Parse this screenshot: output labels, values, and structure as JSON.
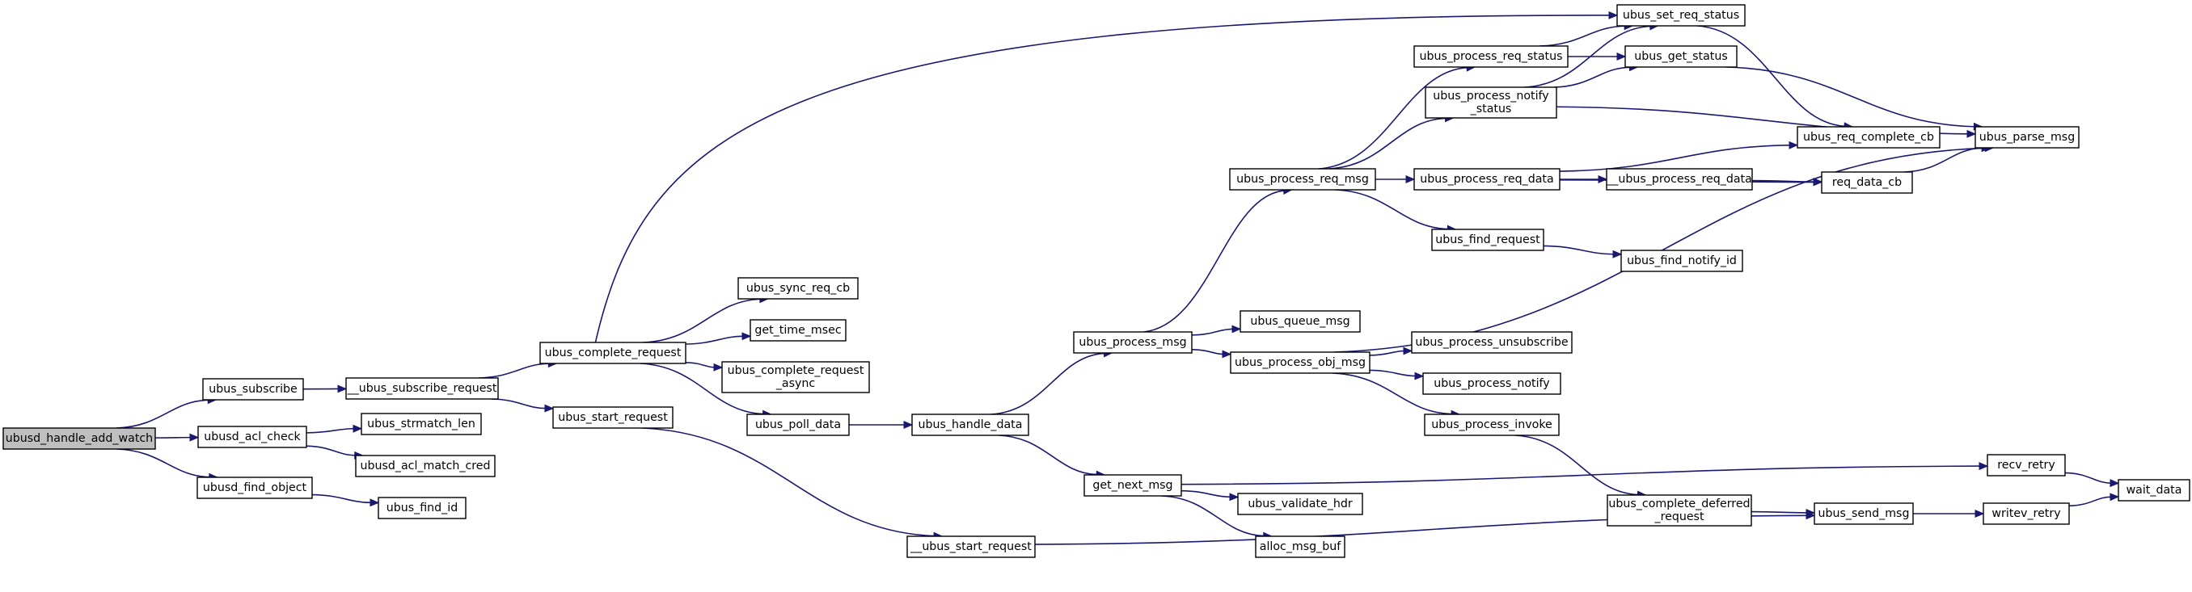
{
  "graph": {
    "root": "ubusd_handle_add_watch",
    "nodes": [
      {
        "id": "ubusd_handle_add_watch",
        "lines": [
          "ubusd_handle_add_watch"
        ]
      },
      {
        "id": "ubus_subscribe",
        "lines": [
          "ubus_subscribe"
        ]
      },
      {
        "id": "ubusd_acl_check",
        "lines": [
          "ubusd_acl_check"
        ]
      },
      {
        "id": "ubusd_find_object",
        "lines": [
          "ubusd_find_object"
        ]
      },
      {
        "id": "__ubus_subscribe_request",
        "lines": [
          "__ubus_subscribe_request"
        ]
      },
      {
        "id": "ubus_strmatch_len",
        "lines": [
          "ubus_strmatch_len"
        ]
      },
      {
        "id": "ubusd_acl_match_cred",
        "lines": [
          "ubusd_acl_match_cred"
        ]
      },
      {
        "id": "ubus_find_id",
        "lines": [
          "ubus_find_id"
        ]
      },
      {
        "id": "ubus_complete_request",
        "lines": [
          "ubus_complete_request"
        ]
      },
      {
        "id": "ubus_start_request",
        "lines": [
          "ubus_start_request"
        ]
      },
      {
        "id": "ubus_sync_req_cb",
        "lines": [
          "ubus_sync_req_cb"
        ]
      },
      {
        "id": "get_time_msec",
        "lines": [
          "get_time_msec"
        ]
      },
      {
        "id": "ubus_complete_request_async",
        "lines": [
          "ubus_complete_request",
          "_async"
        ]
      },
      {
        "id": "ubus_poll_data",
        "lines": [
          "ubus_poll_data"
        ]
      },
      {
        "id": "__ubus_start_request",
        "lines": [
          "__ubus_start_request"
        ]
      },
      {
        "id": "ubus_handle_data",
        "lines": [
          "ubus_handle_data"
        ]
      },
      {
        "id": "ubus_process_msg",
        "lines": [
          "ubus_process_msg"
        ]
      },
      {
        "id": "get_next_msg",
        "lines": [
          "get_next_msg"
        ]
      },
      {
        "id": "ubus_process_req_msg",
        "lines": [
          "ubus_process_req_msg"
        ]
      },
      {
        "id": "ubus_queue_msg",
        "lines": [
          "ubus_queue_msg"
        ]
      },
      {
        "id": "ubus_process_obj_msg",
        "lines": [
          "ubus_process_obj_msg"
        ]
      },
      {
        "id": "ubus_validate_hdr",
        "lines": [
          "ubus_validate_hdr"
        ]
      },
      {
        "id": "alloc_msg_buf",
        "lines": [
          "alloc_msg_buf"
        ]
      },
      {
        "id": "ubus_process_req_status",
        "lines": [
          "ubus_process_req_status"
        ]
      },
      {
        "id": "ubus_process_notify_status",
        "lines": [
          "ubus_process_notify",
          "_status"
        ]
      },
      {
        "id": "ubus_process_req_data",
        "lines": [
          "ubus_process_req_data"
        ]
      },
      {
        "id": "ubus_find_request",
        "lines": [
          "ubus_find_request"
        ]
      },
      {
        "id": "ubus_process_unsubscribe",
        "lines": [
          "ubus_process_unsubscribe"
        ]
      },
      {
        "id": "ubus_process_notify",
        "lines": [
          "ubus_process_notify"
        ]
      },
      {
        "id": "ubus_process_invoke",
        "lines": [
          "ubus_process_invoke"
        ]
      },
      {
        "id": "ubus_set_req_status",
        "lines": [
          "ubus_set_req_status"
        ]
      },
      {
        "id": "ubus_get_status",
        "lines": [
          "ubus_get_status"
        ]
      },
      {
        "id": "__ubus_process_req_data",
        "lines": [
          "__ubus_process_req_data"
        ]
      },
      {
        "id": "ubus_find_notify_id",
        "lines": [
          "ubus_find_notify_id"
        ]
      },
      {
        "id": "ubus_complete_deferred_request",
        "lines": [
          "ubus_complete_deferred",
          "_request"
        ]
      },
      {
        "id": "ubus_req_complete_cb",
        "lines": [
          "ubus_req_complete_cb"
        ]
      },
      {
        "id": "req_data_cb",
        "lines": [
          "req_data_cb"
        ]
      },
      {
        "id": "recv_retry",
        "lines": [
          "recv_retry"
        ]
      },
      {
        "id": "ubus_send_msg",
        "lines": [
          "ubus_send_msg"
        ]
      },
      {
        "id": "ubus_parse_msg",
        "lines": [
          "ubus_parse_msg"
        ]
      },
      {
        "id": "writev_retry",
        "lines": [
          "writev_retry"
        ]
      },
      {
        "id": "wait_data",
        "lines": [
          "wait_data"
        ]
      }
    ],
    "edges": [
      [
        "ubusd_handle_add_watch",
        "ubus_subscribe"
      ],
      [
        "ubusd_handle_add_watch",
        "ubusd_acl_check"
      ],
      [
        "ubusd_handle_add_watch",
        "ubusd_find_object"
      ],
      [
        "ubus_subscribe",
        "__ubus_subscribe_request"
      ],
      [
        "ubusd_acl_check",
        "ubus_strmatch_len"
      ],
      [
        "ubusd_acl_check",
        "ubusd_acl_match_cred"
      ],
      [
        "ubusd_find_object",
        "ubus_find_id"
      ],
      [
        "__ubus_subscribe_request",
        "ubus_complete_request"
      ],
      [
        "__ubus_subscribe_request",
        "ubus_start_request"
      ],
      [
        "ubus_complete_request",
        "ubus_set_req_status"
      ],
      [
        "ubus_complete_request",
        "ubus_sync_req_cb"
      ],
      [
        "ubus_complete_request",
        "get_time_msec"
      ],
      [
        "ubus_complete_request",
        "ubus_complete_request_async"
      ],
      [
        "ubus_complete_request",
        "ubus_poll_data"
      ],
      [
        "ubus_start_request",
        "__ubus_start_request"
      ],
      [
        "ubus_poll_data",
        "ubus_handle_data"
      ],
      [
        "__ubus_start_request",
        "ubus_send_msg"
      ],
      [
        "ubus_handle_data",
        "ubus_process_msg"
      ],
      [
        "ubus_handle_data",
        "get_next_msg"
      ],
      [
        "ubus_process_msg",
        "ubus_process_req_msg"
      ],
      [
        "ubus_process_msg",
        "ubus_queue_msg"
      ],
      [
        "ubus_process_msg",
        "ubus_process_obj_msg"
      ],
      [
        "get_next_msg",
        "recv_retry"
      ],
      [
        "get_next_msg",
        "ubus_validate_hdr"
      ],
      [
        "get_next_msg",
        "alloc_msg_buf"
      ],
      [
        "ubus_process_req_msg",
        "ubus_process_req_status"
      ],
      [
        "ubus_process_req_msg",
        "ubus_process_notify_status"
      ],
      [
        "ubus_process_req_msg",
        "ubus_process_req_data"
      ],
      [
        "ubus_process_req_msg",
        "ubus_find_request"
      ],
      [
        "ubus_process_obj_msg",
        "ubus_parse_msg"
      ],
      [
        "ubus_process_obj_msg",
        "ubus_process_unsubscribe"
      ],
      [
        "ubus_process_obj_msg",
        "ubus_process_notify"
      ],
      [
        "ubus_process_obj_msg",
        "ubus_process_invoke"
      ],
      [
        "ubus_process_req_status",
        "ubus_set_req_status"
      ],
      [
        "ubus_process_req_status",
        "ubus_get_status"
      ],
      [
        "ubus_process_notify_status",
        "ubus_set_req_status"
      ],
      [
        "ubus_process_notify_status",
        "ubus_get_status"
      ],
      [
        "ubus_process_notify_status",
        "ubus_parse_msg"
      ],
      [
        "ubus_process_req_data",
        "ubus_req_complete_cb"
      ],
      [
        "ubus_process_req_data",
        "__ubus_process_req_data"
      ],
      [
        "ubus_process_req_data",
        "req_data_cb"
      ],
      [
        "ubus_find_request",
        "ubus_find_notify_id"
      ],
      [
        "ubus_process_invoke",
        "ubus_complete_deferred_request"
      ],
      [
        "ubus_set_req_status",
        "ubus_req_complete_cb"
      ],
      [
        "ubus_get_status",
        "ubus_parse_msg"
      ],
      [
        "__ubus_process_req_data",
        "req_data_cb"
      ],
      [
        "ubus_complete_deferred_request",
        "ubus_send_msg"
      ],
      [
        "req_data_cb",
        "ubus_parse_msg"
      ],
      [
        "recv_retry",
        "wait_data"
      ],
      [
        "ubus_send_msg",
        "writev_retry"
      ],
      [
        "writev_retry",
        "wait_data"
      ]
    ]
  }
}
